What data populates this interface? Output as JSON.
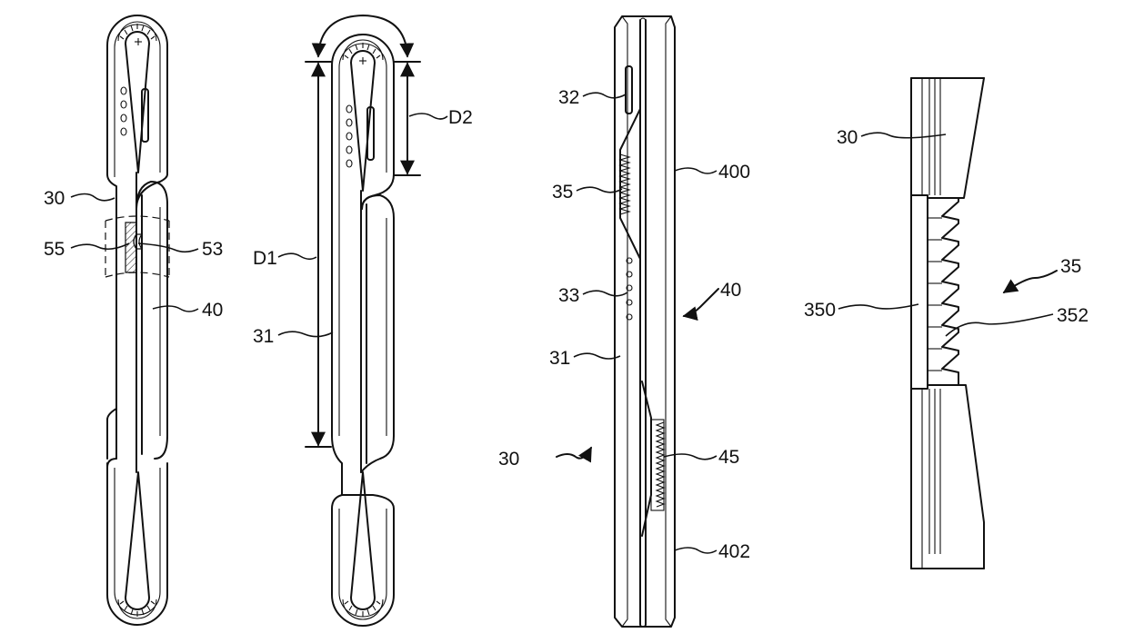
{
  "figures": [
    {
      "name": "folded-device",
      "labels": [
        "30",
        "55",
        "53",
        "40"
      ]
    },
    {
      "name": "folded-device-dimensions",
      "labels": [
        "D1",
        "D2",
        "31"
      ]
    },
    {
      "name": "side-view",
      "labels": [
        "32",
        "35",
        "400",
        "33",
        "40",
        "31",
        "30",
        "45",
        "402"
      ]
    },
    {
      "name": "enlarged-detail",
      "labels": [
        "30",
        "35",
        "350",
        "352"
      ]
    }
  ],
  "colors": {
    "line": "#111111",
    "background": "#ffffff"
  }
}
